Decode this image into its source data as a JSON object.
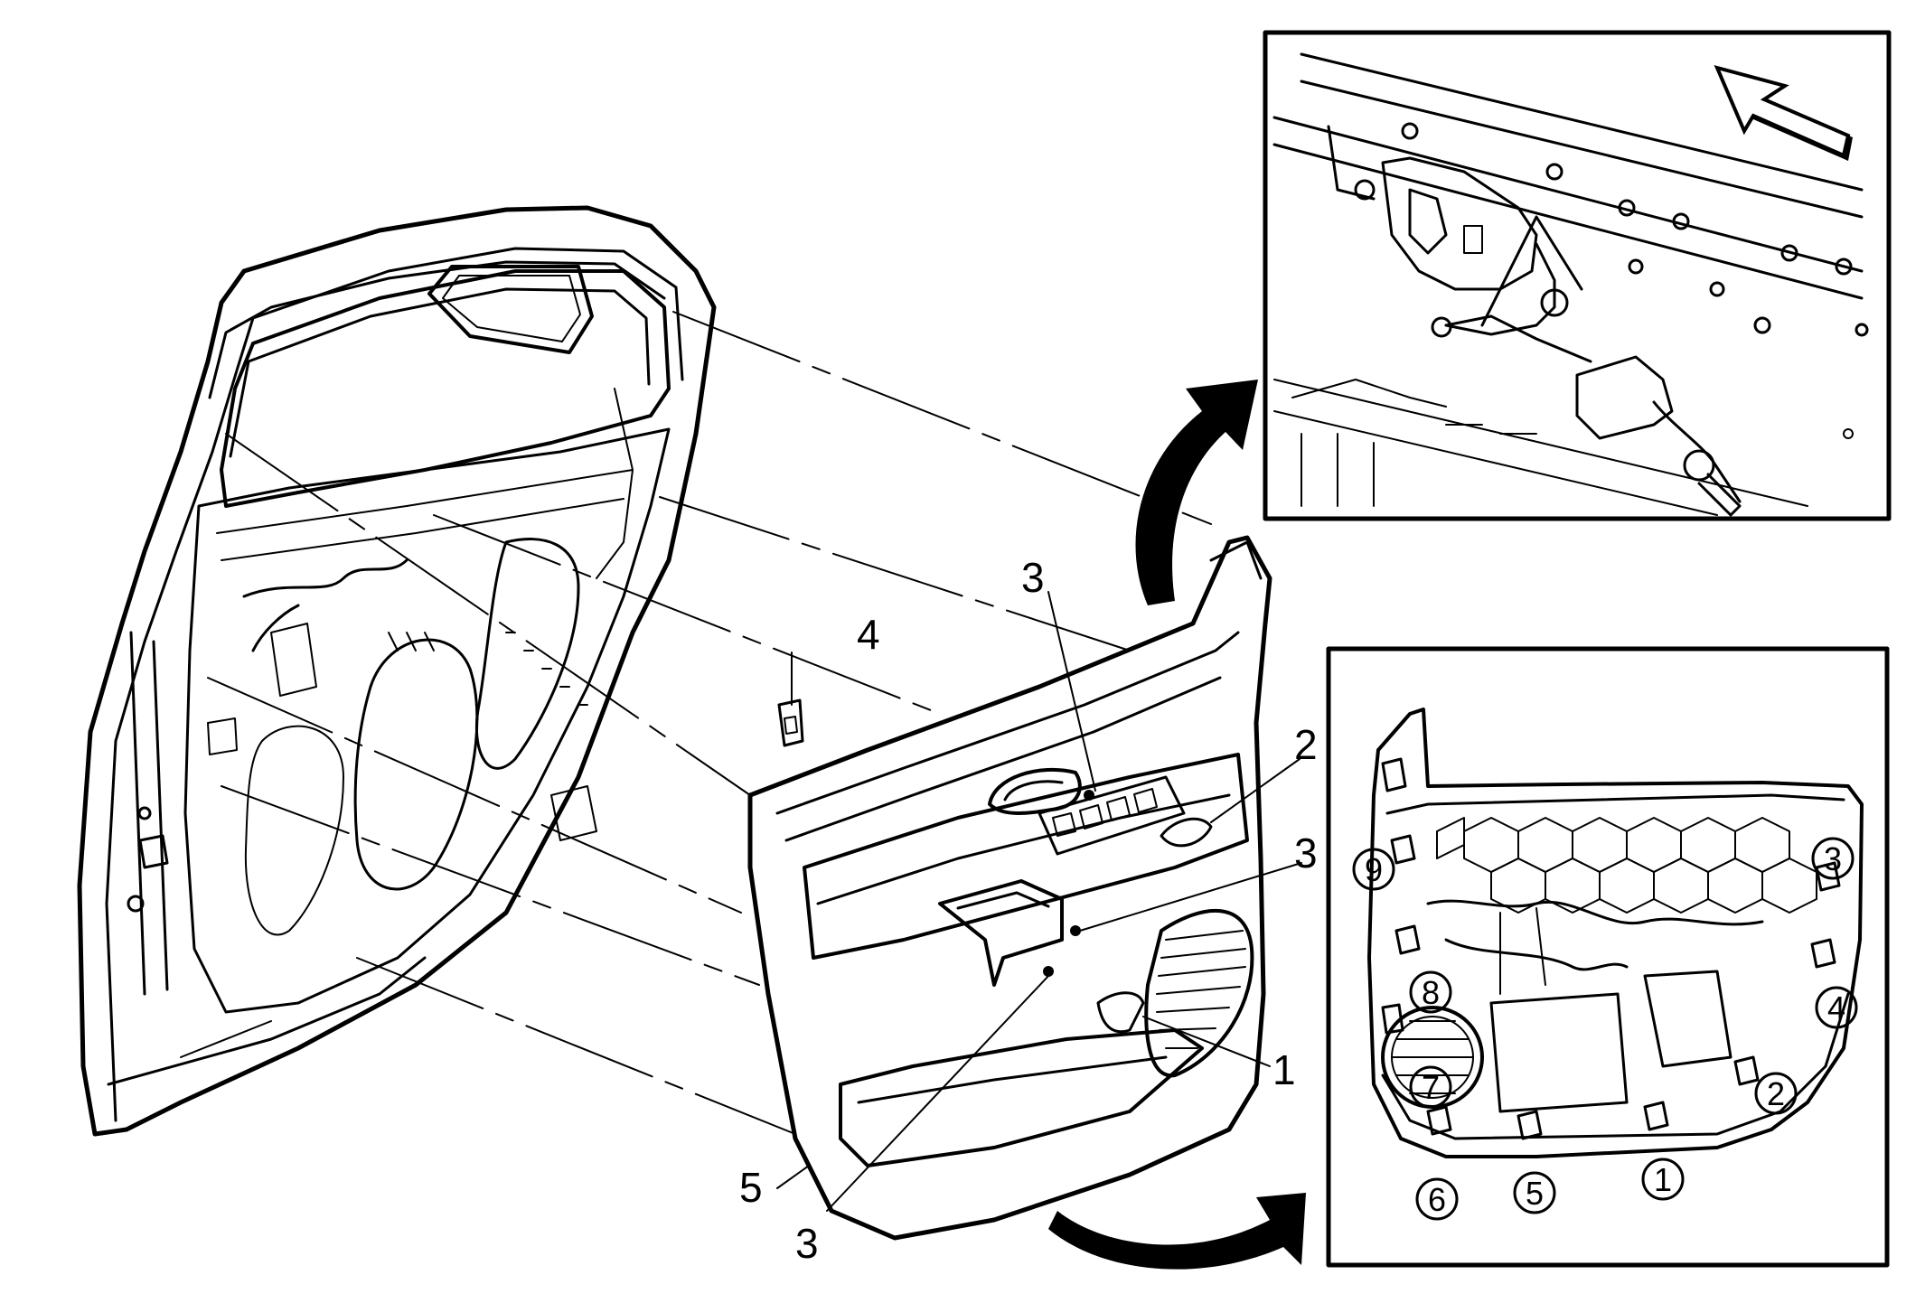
{
  "main_view": {
    "callouts": [
      {
        "id": "label-3-top",
        "text": "3"
      },
      {
        "id": "label-4",
        "text": "4"
      },
      {
        "id": "label-2",
        "text": "2"
      },
      {
        "id": "label-3-right",
        "text": "3"
      },
      {
        "id": "label-1",
        "text": "1"
      },
      {
        "id": "label-5",
        "text": "5"
      },
      {
        "id": "label-3-bottom",
        "text": "3"
      }
    ]
  },
  "detail_view_bottom": {
    "callouts": [
      {
        "id": "c1",
        "text": "1"
      },
      {
        "id": "c2",
        "text": "2"
      },
      {
        "id": "c3",
        "text": "3"
      },
      {
        "id": "c4",
        "text": "4"
      },
      {
        "id": "c5",
        "text": "5"
      },
      {
        "id": "c6",
        "text": "6"
      },
      {
        "id": "c7",
        "text": "7"
      },
      {
        "id": "c8",
        "text": "8"
      },
      {
        "id": "c9",
        "text": "9"
      }
    ]
  },
  "colors": {
    "ink": "#000000",
    "paper": "#ffffff"
  }
}
